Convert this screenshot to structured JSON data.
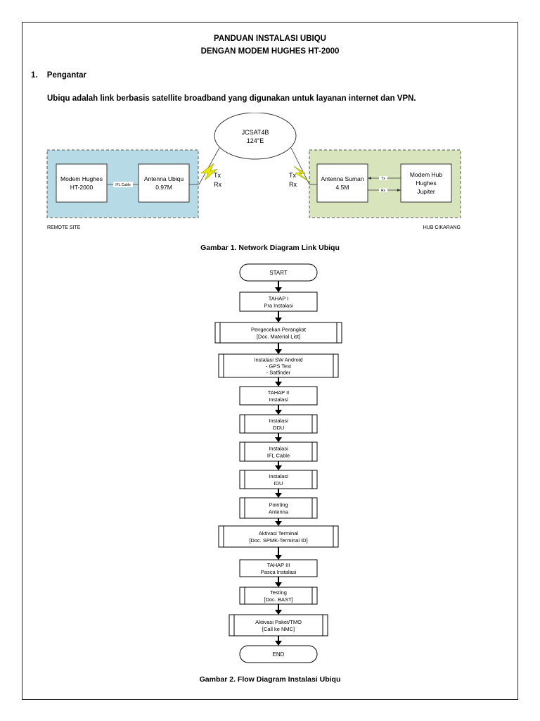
{
  "doc": {
    "title_line1": "PANDUAN INSTALASI UBIQU",
    "title_line2": "DENGAN MODEM HUGHES HT-2000",
    "section1_number": "1.",
    "section1_title": "Pengantar",
    "intro": "Ubiqu adalah link berbasis satellite broadband yang digunakan untuk layanan internet dan VPN.",
    "caption1": "Gambar 1. Network Diagram Link Ubiqu",
    "caption2": "Gambar 2. Flow Diagram Instalasi Ubiqu"
  },
  "network": {
    "satellite": [
      "JCSAT4B",
      "124°E"
    ],
    "modem_hughes": [
      "Modem Hughes",
      "HT-2000"
    ],
    "ifl_cable": "IFL Cable",
    "antenna_ubiqu": [
      "Antenna Ubiqu",
      "0.97M"
    ],
    "antenna_suman": [
      "Antenna Suman",
      "4.5M"
    ],
    "modem_hub": [
      "Modem Hub",
      "Hughes",
      "Jupiter"
    ],
    "tx": "Tx",
    "rx": "Rx",
    "remote_site": "REMOTE SITE",
    "hub_site": "HUB CIKARANG",
    "colors": {
      "remote_bg": "#b7dbe6",
      "hub_bg": "#d8e4bc",
      "lightning": "#e8e800"
    }
  },
  "flow": {
    "start": "START",
    "end": "END",
    "steps": [
      {
        "lines": [
          "TAHAP I",
          "Pra Instalasi"
        ],
        "kind": "process"
      },
      {
        "lines": [
          "Pengecekan Perangkat",
          "[Doc. Material List]"
        ],
        "kind": "subprocess"
      },
      {
        "lines": [
          "Instalasi SW Android",
          "- GPS Test",
          "- Satfinder"
        ],
        "kind": "subprocess"
      },
      {
        "lines": [
          "TAHAP II",
          "Instalasi"
        ],
        "kind": "process"
      },
      {
        "lines": [
          "Instalasi",
          "ODU"
        ],
        "kind": "subprocess"
      },
      {
        "lines": [
          "Instalasi",
          "IFL Cable"
        ],
        "kind": "subprocess"
      },
      {
        "lines": [
          "Instalasi",
          "IDU"
        ],
        "kind": "subprocess"
      },
      {
        "lines": [
          "Pointing",
          "Antenna"
        ],
        "kind": "subprocess"
      },
      {
        "lines": [
          "Aktivasi Terminal",
          "[Doc. SPMK-Terminal ID]"
        ],
        "kind": "subprocess"
      },
      {
        "lines": [
          "TAHAP III",
          "Pasca Instalasi"
        ],
        "kind": "process"
      },
      {
        "lines": [
          "Testing",
          "[Doc. BAST]"
        ],
        "kind": "subprocess"
      },
      {
        "lines": [
          "Aktivasi Paket/TMO",
          "[Call ke NMC]"
        ],
        "kind": "subprocess"
      }
    ]
  }
}
